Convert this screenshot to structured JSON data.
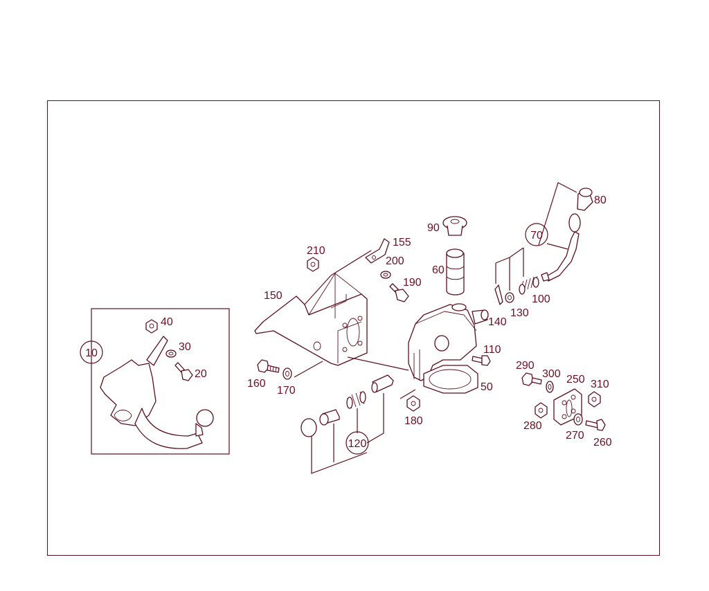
{
  "colors": {
    "line": "#5a0f1e",
    "label": "#6a0f23",
    "background": "#ffffff"
  },
  "callouts": {
    "c10": "10",
    "c20": "20",
    "c30": "30",
    "c40": "40",
    "c50": "50",
    "c60": "60",
    "c70": "70",
    "c80": "80",
    "c90": "90",
    "c100": "100",
    "c110": "110",
    "c120": "120",
    "c130": "130",
    "c140": "140",
    "c150": "150",
    "c155": "155",
    "c160": "160",
    "c170": "170",
    "c180": "180",
    "c190": "190",
    "c200": "200",
    "c210": "210",
    "c250": "250",
    "c260": "260",
    "c270": "270",
    "c280": "280",
    "c290": "290",
    "c300": "300",
    "c310": "310"
  }
}
